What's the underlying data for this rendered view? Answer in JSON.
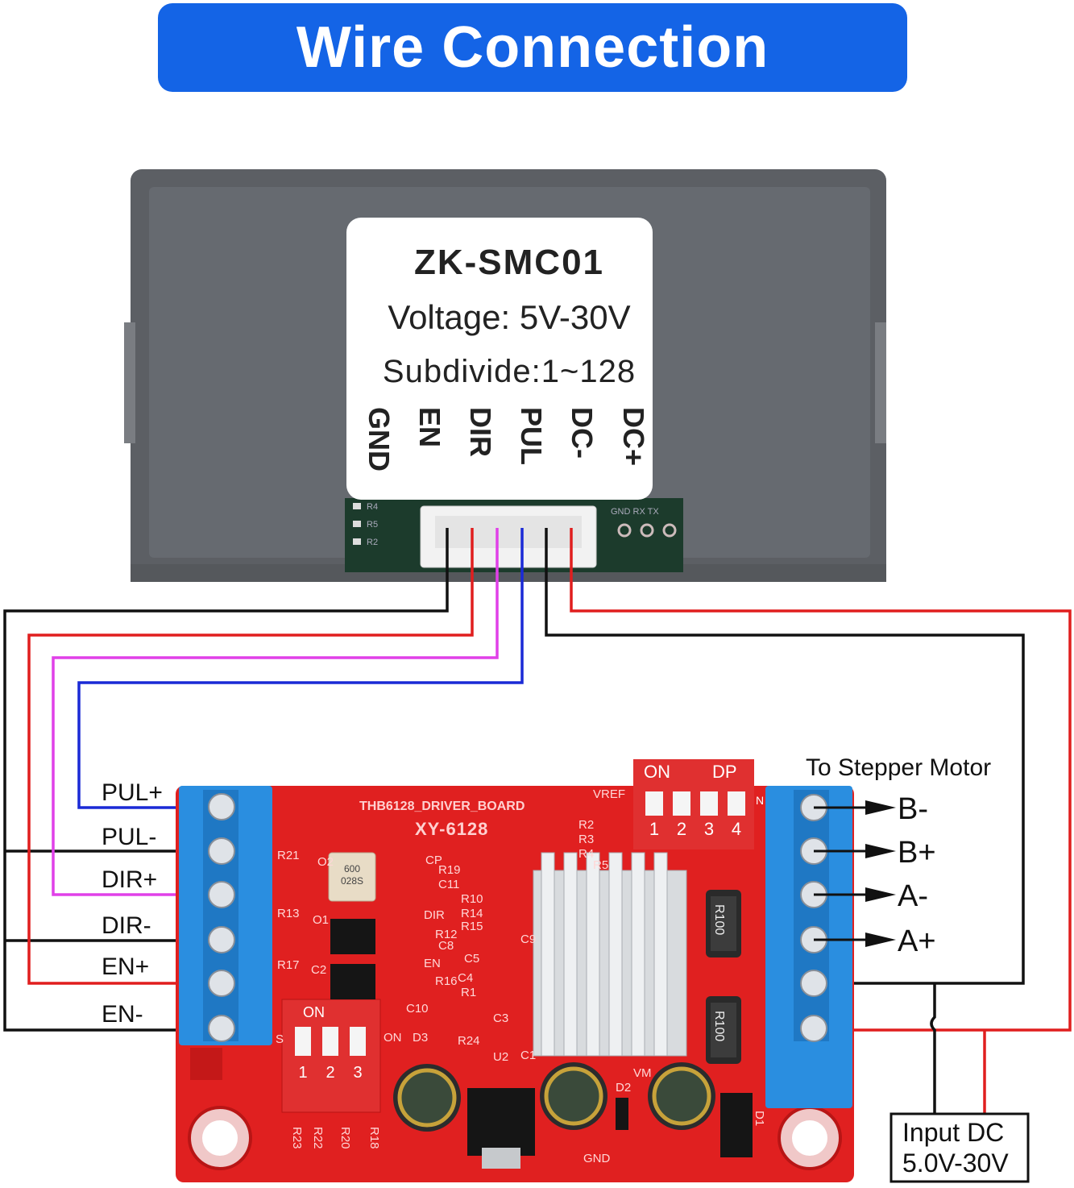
{
  "title": "Wire Connection",
  "controller": {
    "model": "ZK-SMC01",
    "voltage": "Voltage: 5V-30V",
    "subdivide": "Subdivide:1~128",
    "pins": [
      "GND",
      "EN",
      "DIR",
      "PUL",
      "DC-",
      "DC+"
    ],
    "pcb_marks": [
      "R4",
      "R5",
      "R2",
      "GND RX TX"
    ]
  },
  "driver_board": {
    "name": "THB6128_DRIVER_BOARD",
    "model": "XY-6128",
    "terminals_left": [
      "PUL+",
      "PUL-",
      "DIR+",
      "DIR-",
      "EN+",
      "EN-"
    ],
    "dp_switch": {
      "on_label": "ON",
      "dp_label": "DP",
      "numbers": [
        "1",
        "2",
        "3",
        "4"
      ],
      "side": "N"
    },
    "small_switch": {
      "on_label": "ON",
      "numbers": [
        "1",
        "2",
        "3"
      ]
    },
    "component_labels": [
      "VREF",
      "R2",
      "R3",
      "R4",
      "R5",
      "R21",
      "R13",
      "R17",
      "O2",
      "O1",
      "C2",
      "CP",
      "R19",
      "C11",
      "R10",
      "R14",
      "R15",
      "DIR",
      "R12",
      "C8",
      "EN",
      "R16",
      "C10",
      "C4",
      "C5",
      "R1",
      "C9",
      "C3",
      "D3",
      "R24",
      "U2",
      "C1",
      "VM",
      "D2",
      "D1",
      "GND",
      "R18",
      "R20",
      "R22",
      "R23",
      "ON",
      "S"
    ],
    "resistor_marks": [
      "R100",
      "R100"
    ],
    "chip_mark": [
      "600",
      "028S"
    ]
  },
  "motor": {
    "heading": "To Stepper Motor",
    "outputs": [
      "B-",
      "B+",
      "A-",
      "A+"
    ]
  },
  "power": {
    "label_line1": "Input DC",
    "label_line2": "5.0V-30V"
  },
  "colors": {
    "banner": "#1464e6",
    "wire_black": "#111111",
    "wire_red": "#e01e1e",
    "wire_magenta": "#e040e8",
    "wire_blue": "#1a2ad6",
    "board_red": "#e02020",
    "terminal_blue": "#2a8ee0",
    "case_gray": "#5e6166"
  }
}
